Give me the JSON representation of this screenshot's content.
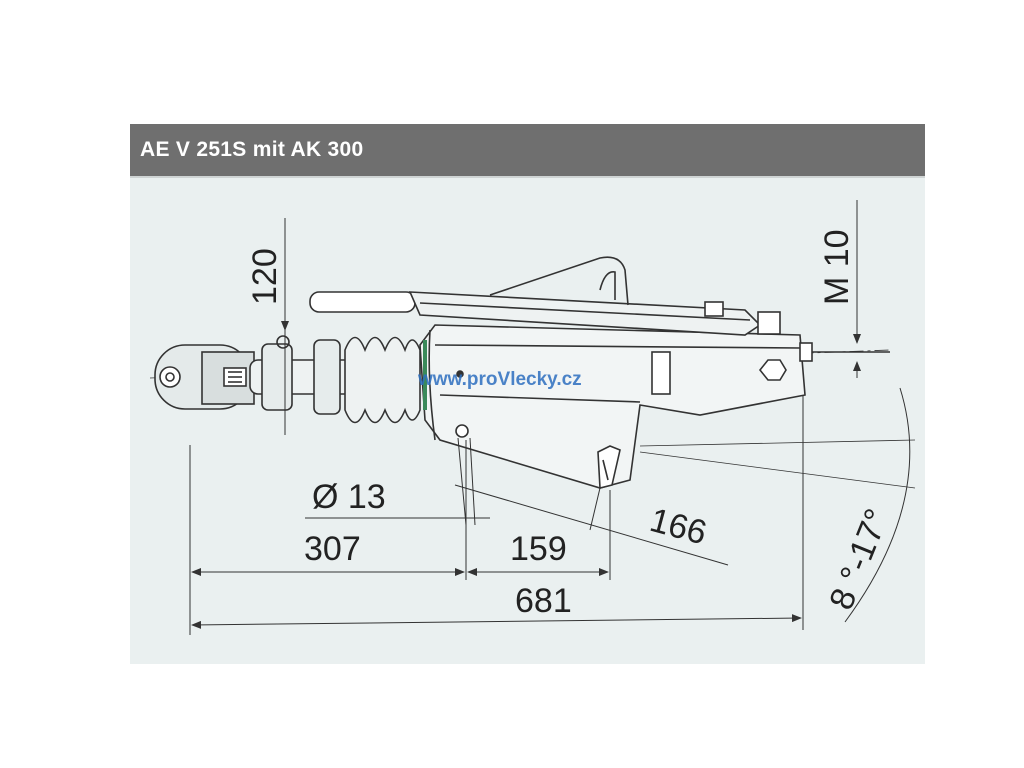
{
  "title": "AE V 251S mit AK 300",
  "watermark": "www.proVlecky.cz",
  "dimensions": {
    "d120": "120",
    "m10": "M 10",
    "dia13": "Ø 13",
    "d307": "307",
    "d159": "159",
    "d166": "166",
    "d681": "681",
    "angle": "8 °-17°"
  },
  "colors": {
    "title_bg": "#6f6f6f",
    "panel_bg": "#eaf0f0",
    "line": "#333333",
    "watermark": "#2d6fc0"
  }
}
